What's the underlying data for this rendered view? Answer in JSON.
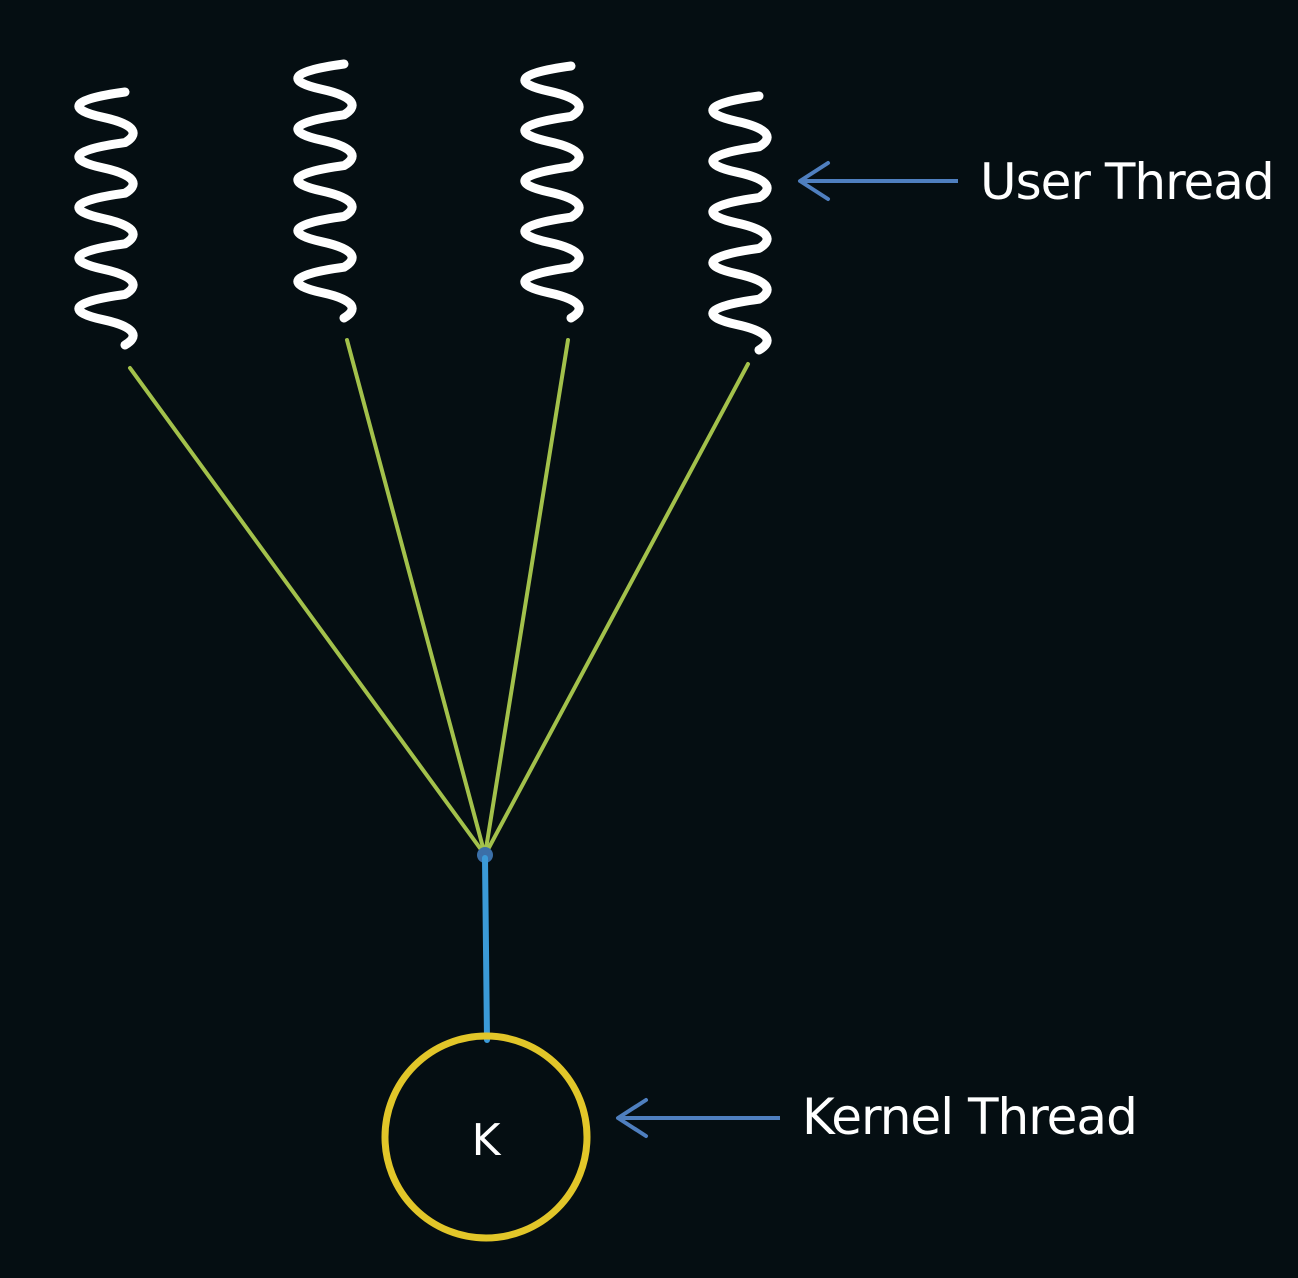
{
  "colors": {
    "background": "#050e12",
    "thread_squiggle": "#ffffff",
    "mapping_line": "#a3c14b",
    "kernel_link": "#3b9ad8",
    "kernel_circle": "#e2c629",
    "arrow": "#4f7fbf",
    "text": "#ffffff"
  },
  "user_threads": {
    "count": 4,
    "label": "User Thread",
    "icon": "wavy-thread-icon"
  },
  "kernel_thread": {
    "symbol": "K",
    "label": "Kernel Thread",
    "icon": "circle-icon"
  },
  "relationship": "many-to-one"
}
